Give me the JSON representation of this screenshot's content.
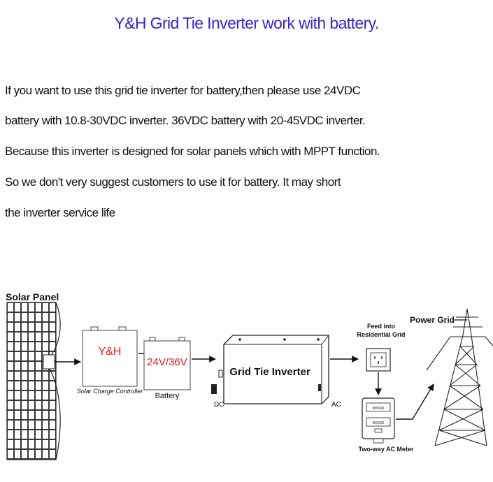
{
  "title": "Y&H Grid Tie Inverter work with battery.",
  "paragraph_lines": [
    "If you want to use this grid tie inverter for battery,then please use 24VDC",
    "battery with 10.8-30VDC inverter. 36VDC battery with 20-45VDC inverter.",
    "Because this inverter is designed for solar panels which with MPPT function.",
    "So we don't very suggest customers to use it for battery. It may short",
    "the inverter service life"
  ],
  "diagram": {
    "solar_panel": "Solar Panel",
    "controller_brand": "Y&H",
    "controller_label": "Solar Charge Controller",
    "battery_voltage": "24V/36V",
    "battery_label": "Battery",
    "inverter_label": "Grid Tie Inverter",
    "dc_label": "DC",
    "ac_label": "AC",
    "feed_label_1": "Feed into",
    "feed_label_2": "Residential Grid",
    "meter_label": "Two-way AC Meter",
    "meter_digits": "000000",
    "power_grid": "Power Grid"
  },
  "colors": {
    "title": "#3a1fd6",
    "accent_red": "#e0191a",
    "text": "#111111"
  }
}
